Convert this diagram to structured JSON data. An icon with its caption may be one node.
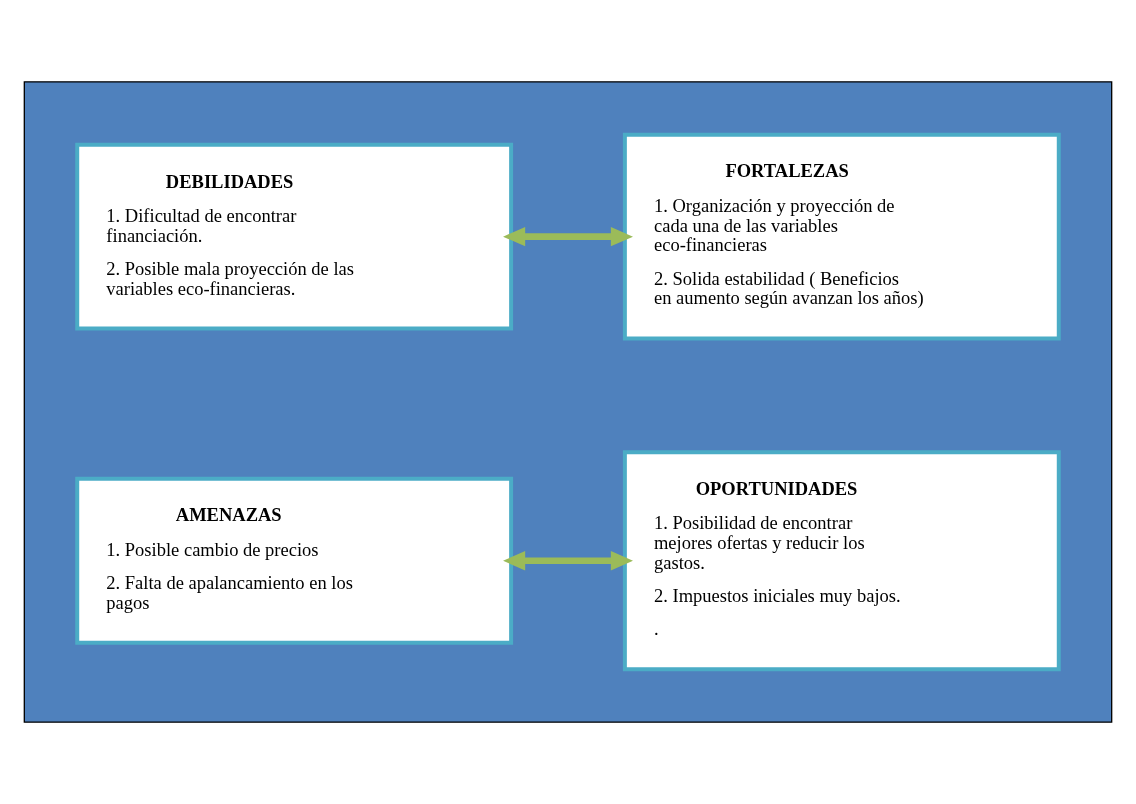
{
  "diagram": {
    "nodes": [
      {
        "text": [],
        "shape": "box"
      },
      {
        "text": [
          "DEBILIDADES",
          "1. Dificultad de encontrar financiación.",
          "2. Posible mala proyección de las variables eco-financieras."
        ],
        "in": 0
      },
      {
        "text": [
          "FORTALEZAS",
          "1. Organización y proyección de cada una de las variables eco-financieras",
          "2. Solida estabilidad ( Beneficios en aumento según avanzan los años)"
        ],
        "in": 0
      },
      {
        "text": [
          "AMENAZAS",
          "1. Posible cambio de precios",
          "2. Falta de apalancamiento en los pagos"
        ],
        "in": 0
      },
      {
        "text": [
          "OPORTUNIDADES",
          "1. Posibilidad de encontrar mejores ofertas y reducir los gastos.",
          "2. Impuestos iniciales muy bajos.",
          "."
        ],
        "in": 0
      }
    ],
    "edges": [
      {
        "from": 1,
        "to": 2,
        "arrow": "both"
      },
      {
        "from": 3,
        "to": 4,
        "arrow": "both"
      }
    ]
  }
}
